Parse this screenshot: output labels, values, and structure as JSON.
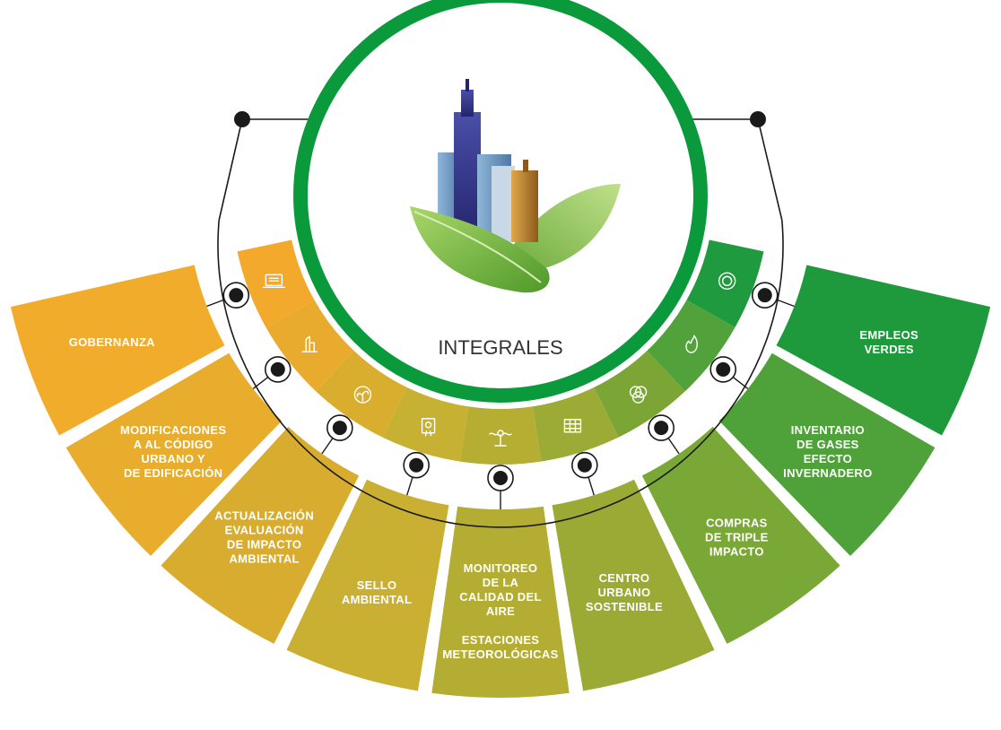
{
  "center": {
    "label": "INTEGRALES",
    "ring_color": "#0a9a3c"
  },
  "segments": [
    {
      "id": "gobernanza",
      "lines": [
        "GOBERNANZA"
      ],
      "color": "#f2ac2c",
      "inner_color": "#f3a92b",
      "icon": "laptop-icon"
    },
    {
      "id": "modificaciones",
      "lines": [
        "MODIFICACIONES",
        "A AL CÓDIGO",
        "URBANO Y",
        "DE EDIFICACIÓN"
      ],
      "color": "#e8ad2c",
      "inner_color": "#e9ab2d",
      "icon": "hand-building-icon"
    },
    {
      "id": "actualizacion",
      "lines": [
        "ACTUALIZACIÓN",
        "EVALUACIÓN",
        "DE IMPACTO",
        "AMBIENTAL"
      ],
      "color": "#d8ad2f",
      "inner_color": "#d9ae2e",
      "icon": "seedling-icon"
    },
    {
      "id": "sello",
      "lines": [
        "SELLO",
        "AMBIENTAL"
      ],
      "color": "#c9af32",
      "inner_color": "#c7b132",
      "icon": "certificate-icon"
    },
    {
      "id": "monitoreo",
      "lines": [
        "MONITOREO",
        "DE LA",
        "CALIDAD DEL",
        "AIRE",
        "",
        "ESTACIONES",
        "METEOROLÓGICAS"
      ],
      "color": "#b4ad34",
      "inner_color": "#b6ae33",
      "icon": "weather-station-icon"
    },
    {
      "id": "centro",
      "lines": [
        "CENTRO",
        "URBANO",
        "SOSTENIBLE"
      ],
      "color": "#9aaa34",
      "inner_color": "#9bab35",
      "icon": "solar-panel-icon"
    },
    {
      "id": "compras",
      "lines": [
        "COMPRAS",
        "DE TRIPLE",
        "IMPACTO"
      ],
      "color": "#7aa836",
      "inner_color": "#7ba636",
      "icon": "triple-circle-icon"
    },
    {
      "id": "inventario",
      "lines": [
        "INVENTARIO",
        "DE GASES",
        "EFECTO",
        "INVERNADERO"
      ],
      "color": "#4fa23a",
      "inner_color": "#51a23b",
      "icon": "flame-icon"
    },
    {
      "id": "empleos",
      "lines": [
        "EMPLEOS",
        "VERDES"
      ],
      "color": "#1e9a3d",
      "inner_color": "#209a3e",
      "icon": "recycle-badge-icon"
    }
  ]
}
